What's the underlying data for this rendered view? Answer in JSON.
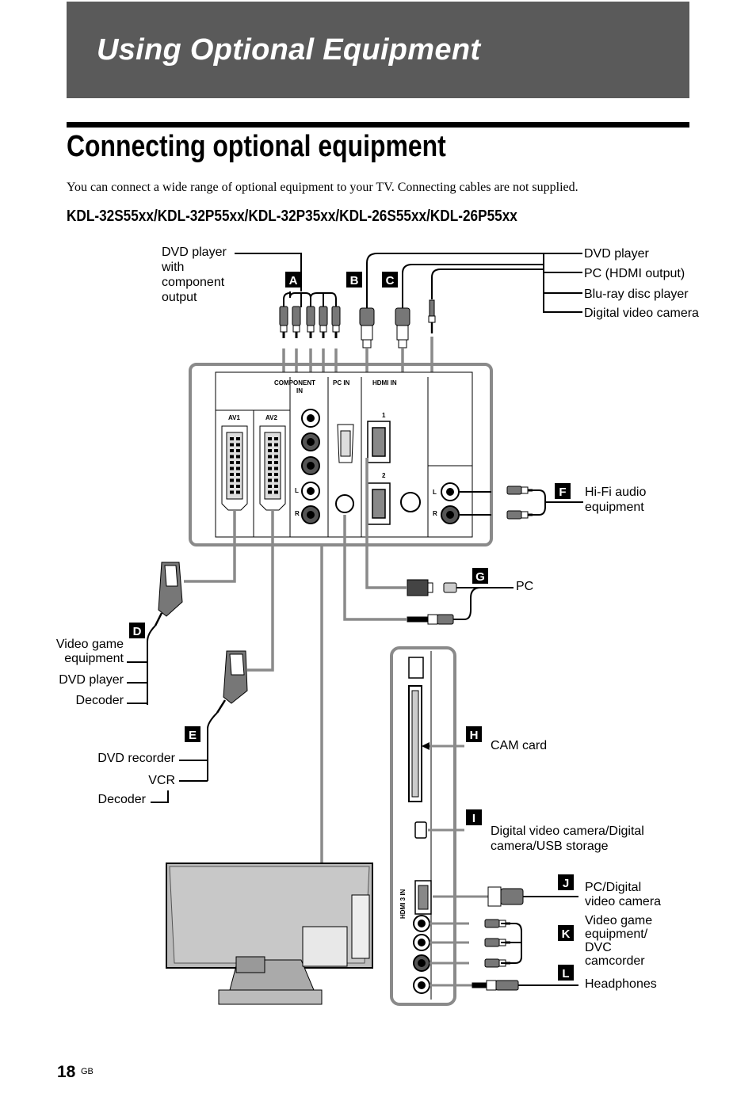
{
  "banner": {
    "title": "Using Optional Equipment"
  },
  "heading": "Connecting optional equipment",
  "intro": "You can connect a wide range of optional equipment to your TV. Connecting cables are not supplied.",
  "models": "KDL-32S55xx/KDL-32P55xx/KDL-32P35xx/KDL-26S55xx/KDL-26P55xx",
  "badges": {
    "a": "A",
    "b": "B",
    "c": "C",
    "d": "D",
    "e": "E",
    "f": "F",
    "g": "G",
    "h": "H",
    "i": "I",
    "j": "J",
    "k": "K",
    "l": "L"
  },
  "labels": {
    "dvd_component": [
      "DVD player",
      "with",
      "component",
      "output"
    ],
    "hdmi_devices": [
      "DVD player",
      "PC (HDMI output)",
      "Blu-ray disc player",
      "Digital video camera"
    ],
    "hifi": [
      "Hi-Fi audio",
      "equipment"
    ],
    "pc": "PC",
    "scart1": [
      "Video game",
      "equipment",
      "DVD player",
      "Decoder"
    ],
    "scart2": [
      "DVD recorder",
      "VCR",
      "Decoder"
    ],
    "cam": "CAM card",
    "usb": [
      "Digital video camera/Digital",
      "camera/USB storage"
    ],
    "hdmi3": [
      "PC/Digital",
      "video camera"
    ],
    "av3": [
      "Video game",
      "equipment/",
      "DVC",
      "camcorder"
    ],
    "headphones": "Headphones"
  },
  "panel": {
    "component_in": [
      "COMPONENT",
      "IN"
    ],
    "pc_in": "PC IN",
    "hdmi_in": "HDMI IN",
    "av1": "AV1",
    "av2": "AV2",
    "hdmi_1": "1",
    "hdmi_2": "2",
    "l": "L",
    "r": "R",
    "hdmi_3_in": "HDMI 3 IN"
  },
  "page": {
    "number": "18",
    "suffix": "GB"
  }
}
